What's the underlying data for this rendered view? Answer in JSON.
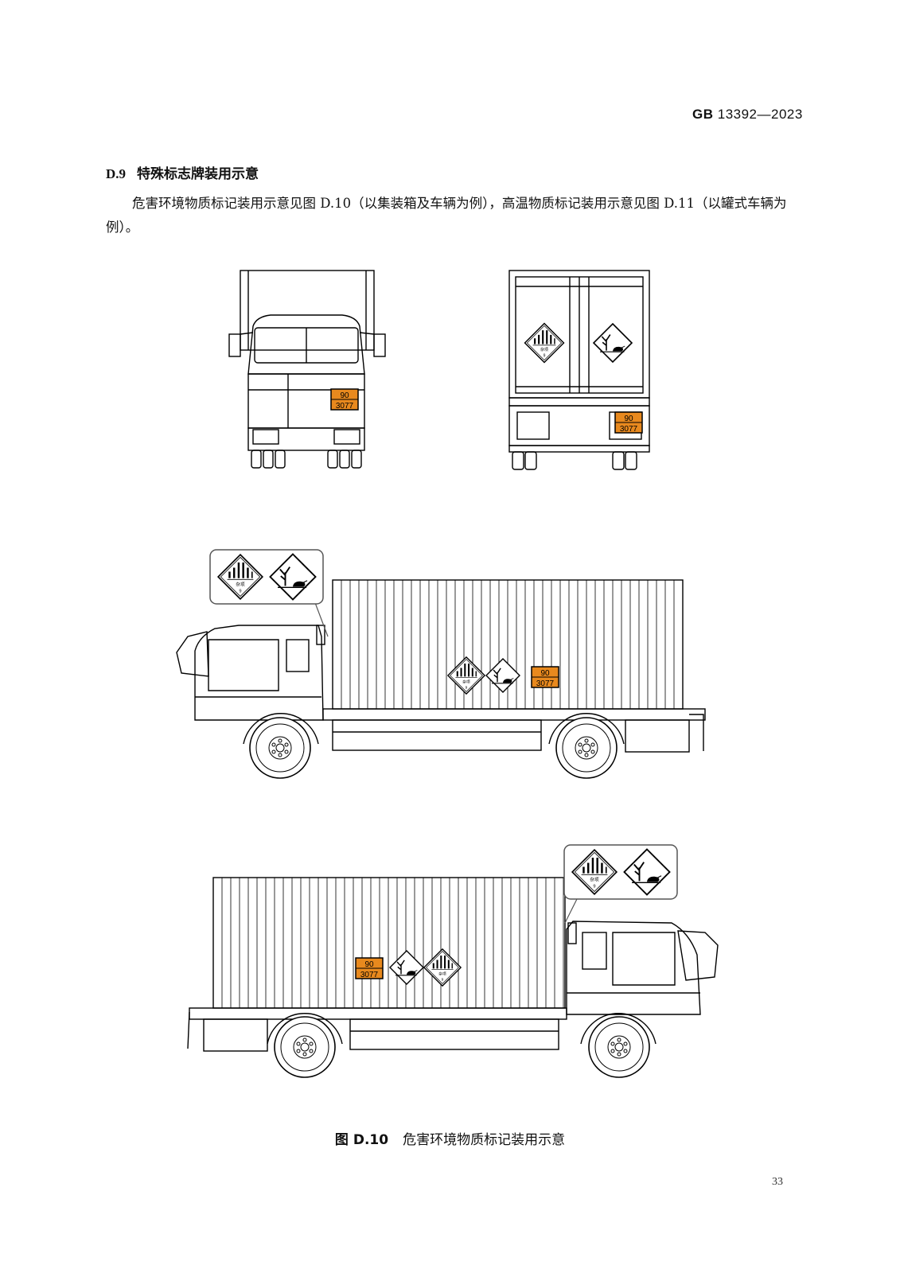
{
  "header": {
    "std_prefix": "GB",
    "std_number": "13392—2023"
  },
  "section": {
    "number": "D.9",
    "title": "特殊标志牌装用示意"
  },
  "paragraph": "危害环境物质标记装用示意见图 D.10（以集装箱及车辆为例），高温物质标记装用示意见图 D.11（以罐式车辆为例）。",
  "placard": {
    "hazard_id": "90",
    "un_number": "3077",
    "color": "#e8891e"
  },
  "label_class9": {
    "text": "杂项",
    "class_number": "9"
  },
  "figure": {
    "number": "图 D.10",
    "title": "危害环境物质标记装用示意"
  },
  "page_number": "33"
}
